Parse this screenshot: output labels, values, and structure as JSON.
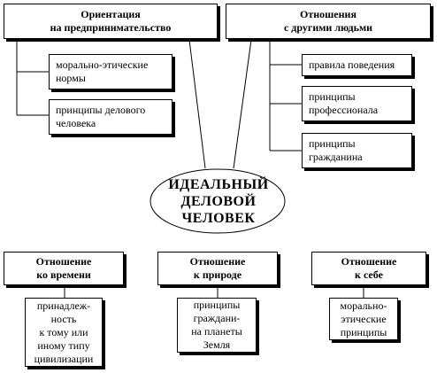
{
  "center": {
    "lines": [
      "ИДЕАЛЬНЫЙ",
      "ДЕЛОВОЙ",
      "ЧЕЛОВЕК"
    ]
  },
  "top_left": {
    "title": [
      "Ориентация",
      "на предпринимательство"
    ],
    "items": [
      [
        "морально-этические",
        "нормы"
      ],
      [
        "принципы делового",
        "человека"
      ]
    ]
  },
  "top_right": {
    "title": [
      "Отношения",
      "с другими людьми"
    ],
    "items": [
      [
        "правила поведения"
      ],
      [
        "принципы",
        "профессионала"
      ],
      [
        "принципы",
        "гражданина"
      ]
    ]
  },
  "bottom": [
    {
      "title": [
        "Отношение",
        "ко времени"
      ],
      "item": [
        "принадлеж-",
        "ность",
        "к тому или",
        "иному типу",
        "цивилизации"
      ]
    },
    {
      "title": [
        "Отношение",
        "к природе"
      ],
      "item": [
        "принципы",
        "граждани-",
        "на планеты",
        "Земля"
      ]
    },
    {
      "title": [
        "Отношение",
        "к себе"
      ],
      "item": [
        "морально-",
        "этические",
        "принципы"
      ]
    }
  ]
}
